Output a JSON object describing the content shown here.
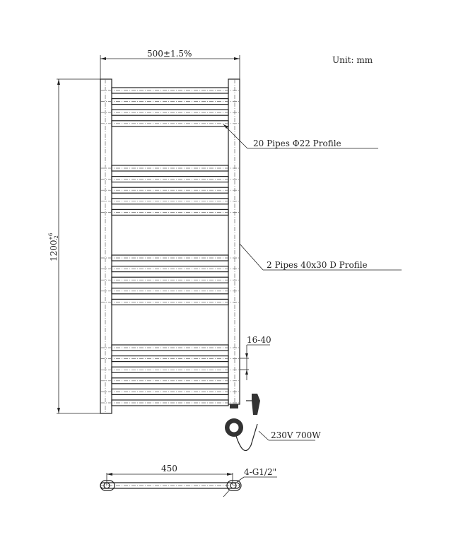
{
  "drawing": {
    "unit_label": "Unit: mm",
    "width_dim": "500±1.5%",
    "height_dim": "1200",
    "height_tol_upper": "+6",
    "height_tol_lower": "-2",
    "pipes_label": "20 Pipes Φ22 Profile",
    "columns_label": "2 Pipes 40x30 D Profile",
    "valve_offset_dim": "16-40",
    "heater_label": "230V 700W",
    "bottom_width_dim": "450",
    "connection_label": "4-G1/2\"",
    "pipe_groups": [
      4,
      5,
      5,
      6
    ]
  }
}
